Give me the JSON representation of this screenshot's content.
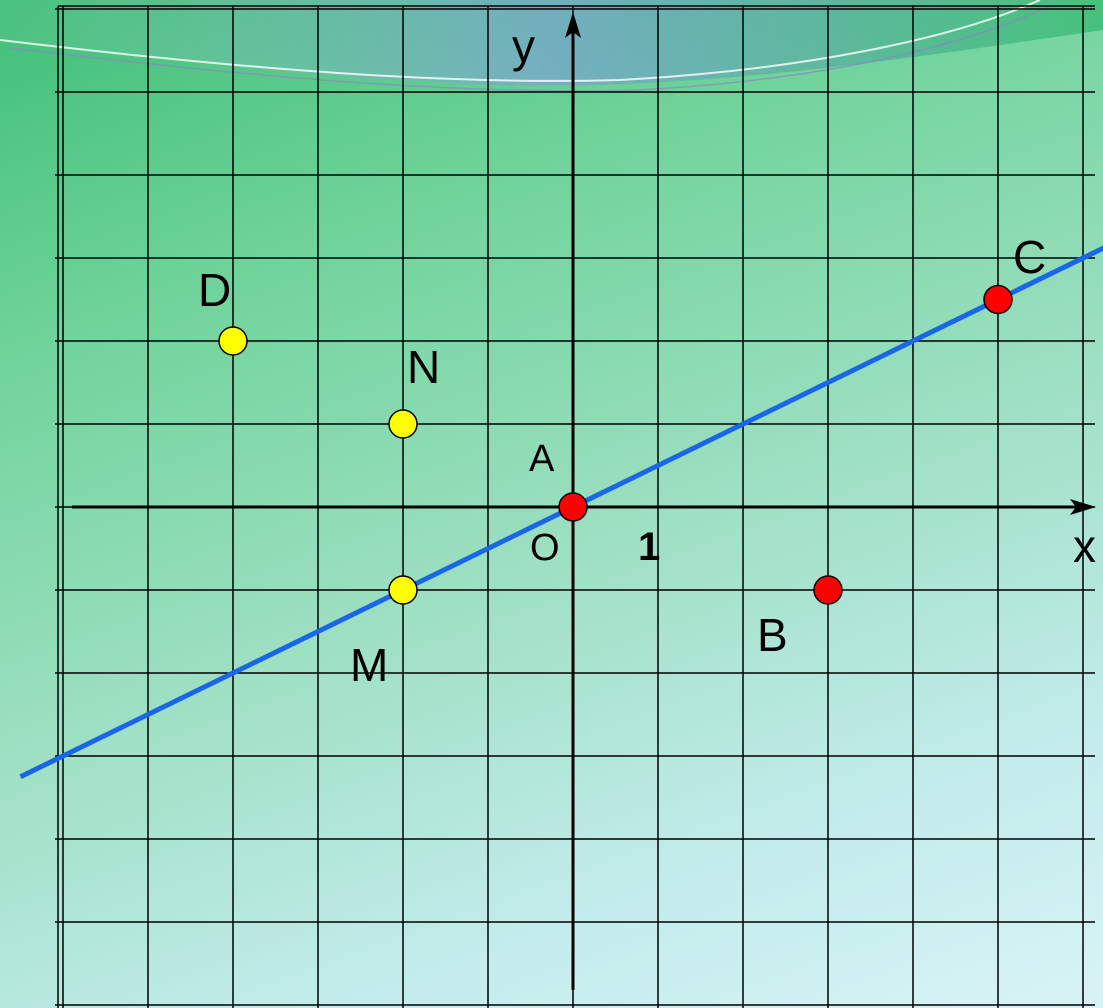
{
  "diagram": {
    "axis_labels": {
      "x": "x",
      "y": "y"
    },
    "origin_label": "O",
    "unit_label": "1",
    "points": [
      {
        "name": "A",
        "x": 0,
        "y": 0,
        "color": "#ff0000"
      },
      {
        "name": "B",
        "x": 3,
        "y": -1,
        "color": "#ff0000"
      },
      {
        "name": "C",
        "x": 5,
        "y": 2.5,
        "color": "#ff0000"
      },
      {
        "name": "D",
        "x": -4,
        "y": 2,
        "color": "#ffff00"
      },
      {
        "name": "N",
        "x": -2,
        "y": 1,
        "color": "#ffff00"
      },
      {
        "name": "M",
        "x": -2,
        "y": -1,
        "color": "#ffff00"
      }
    ],
    "line": {
      "slope": 0.5,
      "intercept": 0,
      "color": "#1a66e8"
    },
    "grid_color": "#000000"
  }
}
